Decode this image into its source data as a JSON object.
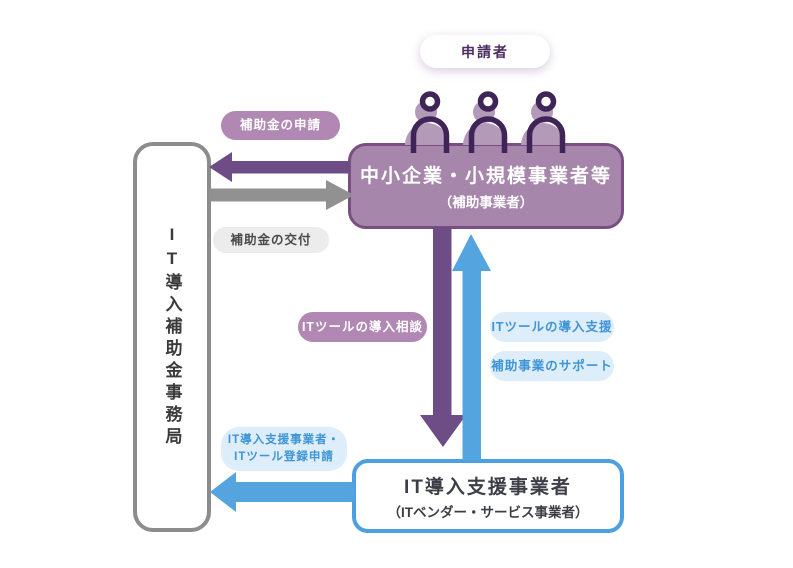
{
  "applicant": {
    "label": "申請者"
  },
  "offices": {
    "secretariat": {
      "label": "IT導入補助金事務局"
    },
    "sme": {
      "title": "中小企業・小規模事業者等",
      "subtitle": "（補助事業者）"
    },
    "vendor": {
      "title": "IT導入支援事業者",
      "subtitle": "（ITベンダー・サービス事業者）"
    }
  },
  "flows": {
    "application": {
      "label": "補助金の申請"
    },
    "grant": {
      "label": "補助金の交付"
    },
    "consultation": {
      "label": "ITツールの導入相談"
    },
    "support_tools": {
      "label": "ITツールの導入支援"
    },
    "support_project": {
      "label": "補助事業のサポート"
    },
    "registration": {
      "label_line1": "IT導入支援事業者・",
      "label_line2": "ITツール登録申請"
    }
  },
  "colors": {
    "purple_arrow": "#6e4d87",
    "gray_arrow": "#919191",
    "blue_arrow": "#54a4e0",
    "purple_box_fill": "#a786ab",
    "purple_box_border": "#7b4e83",
    "blue_box_border": "#4da0e0",
    "purple_badge_bg": "#b187b4",
    "gray_badge_bg": "#ececec",
    "blue_badge_bg": "#ddedf9",
    "blue_badge_text": "#3e95d7",
    "dark_purple_icon": "#3f2457",
    "person_silhouette": "#b39ab9"
  }
}
